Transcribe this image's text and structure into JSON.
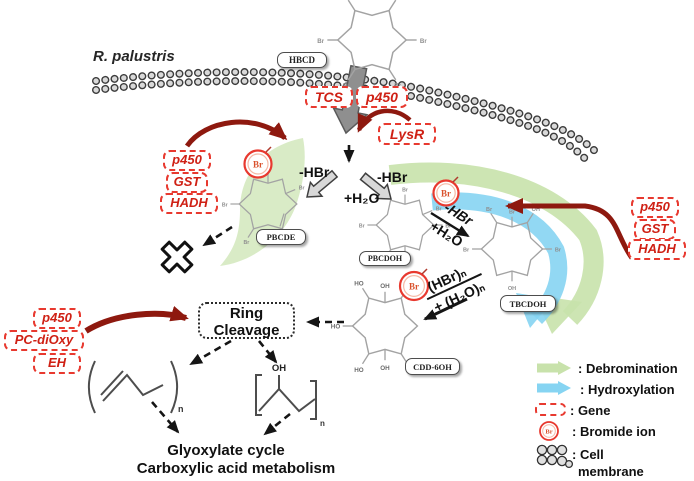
{
  "organism": "R. palustris",
  "colors": {
    "debromination_green": "#c8e2ab",
    "hydroxylation_blue": "#86d4f2",
    "gene_red": "#e8392f",
    "maroon_arrow": "#8e190f"
  },
  "molecules": {
    "hbcd": "HBCD",
    "pbcde": "PBCDE",
    "pbcdoh": "PBCDOH",
    "tbcdoh": "TBCDOH",
    "cdd6oh": "CDD-6OH"
  },
  "atom": {
    "br": "Br",
    "oh": "OH",
    "ho": "HO",
    "n": "n"
  },
  "genes": {
    "tcs": "TCS",
    "p450_membrane": "p450",
    "lysr": "LysR",
    "left": [
      "p450",
      "GST",
      "HADH"
    ],
    "right": [
      "p450",
      "GST",
      "HADH"
    ],
    "bottom": [
      "p450",
      "PC-diOxy",
      "EH"
    ]
  },
  "reactions": {
    "minus_hbr": "-HBr",
    "plus_h2o": "+H₂O",
    "hbr_n": "(HBr)ₙ",
    "h2o_n": "+ (H₂O)ₙ"
  },
  "ring_cleavage": {
    "line1": "Ring",
    "line2": "Cleavage"
  },
  "metabolism": {
    "glyoxylate": "Glyoxylate cycle",
    "carboxylic": "Carboxylic acid metabolism"
  },
  "bromide_symbol": "Br",
  "legend": {
    "debromination": ": Debromination",
    "hydroxylation": ": Hydroxylation",
    "gene": ": Gene",
    "bromide": ": Bromide ion",
    "cell_line1": ": Cell",
    "cell_line2": "membrane"
  }
}
